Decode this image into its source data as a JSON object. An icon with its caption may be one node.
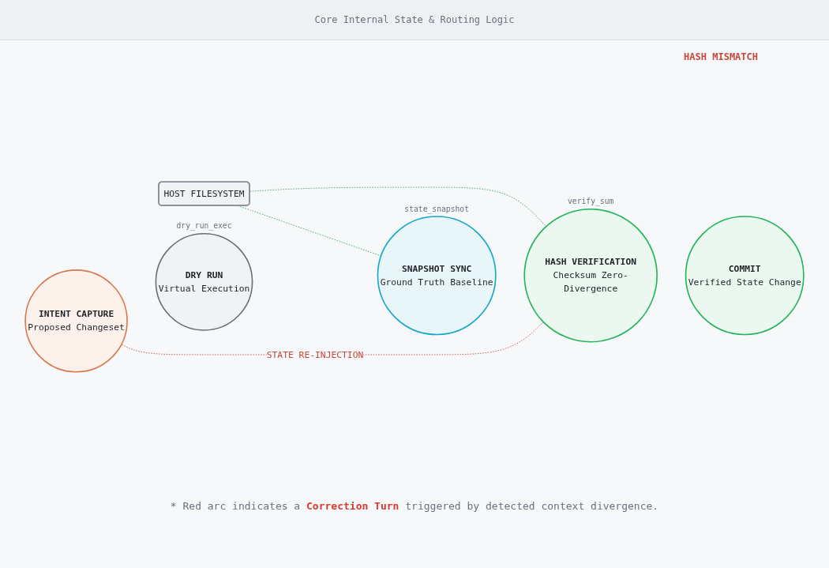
{
  "diagram": {
    "title": "Core Internal State & Routing Logic",
    "caption": "* Red arc indicates a **Correction Turn** triggered by detected context divergence.",
    "nodes": [
      {
        "text": [
          "INTENT CAPTURE",
          "Proposed Changeset"
        ]
      },
      {
        "text": [
          "DRY RUN",
          "Virtual Execution"
        ],
        "beside": [
          "dry_run_exec"
        ]
      },
      {
        "text": [
          "SNAPSHOT SYNC",
          "Ground Truth Baseline"
        ],
        "beside": [
          "state_snapshot"
        ]
      },
      {
        "text": [
          "HASH VERIFICATION",
          "Checksum Zero-Divergence"
        ],
        "beside": [
          "verify_sum"
        ]
      },
      {
        "text": [
          "COMMIT",
          "Verified State Change"
        ]
      },
      {
        "text": [
          "HOST FILESYSTEM"
        ]
      }
    ],
    "edges": [
      {
        "from": 3,
        "to": 0,
        "arrow": "none",
        "label": "STATE RE-INJECTION",
        "style": "dashed",
        "color": "#c8473b"
      },
      {
        "from": 5,
        "to": 2,
        "arrow": "none",
        "style": "dashed"
      },
      {
        "from": 5,
        "to": 3,
        "arrow": "none",
        "style": "dashed"
      }
    ],
    "labels": [
      "HASH MISMATCH"
    ]
  }
}
